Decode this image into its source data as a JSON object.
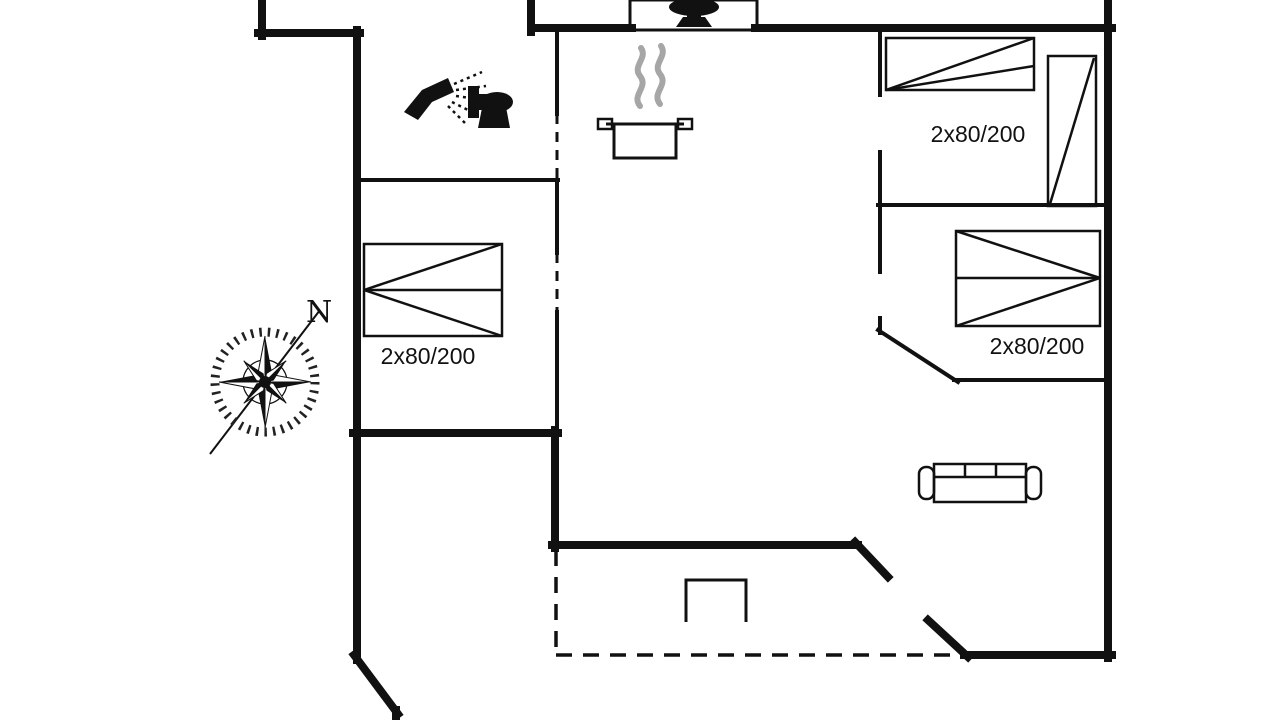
{
  "floorplan": {
    "labels": {
      "compass_north": "N",
      "bed_left": "2x80/200",
      "bed_top_right": "2x80/200",
      "bed_mid_right": "2x80/200"
    },
    "colors": {
      "wall": "#111111",
      "background": "#ffffff",
      "steam": "#a6a6a6"
    },
    "icons": {
      "bathroom": [
        "shower-icon",
        "toilet-icon"
      ],
      "kitchen": [
        "sink-icon",
        "cooking-pot-icon",
        "steam-icon"
      ],
      "living_room": [
        "sofa-icon"
      ],
      "bedrooms": [
        "bed-symbol",
        "bed-symbol",
        "bed-symbol",
        "wardrobe-symbol"
      ],
      "other": [
        "compass-rose-icon",
        "entrance-step-symbol",
        "terrace-dashed-outline"
      ]
    }
  }
}
